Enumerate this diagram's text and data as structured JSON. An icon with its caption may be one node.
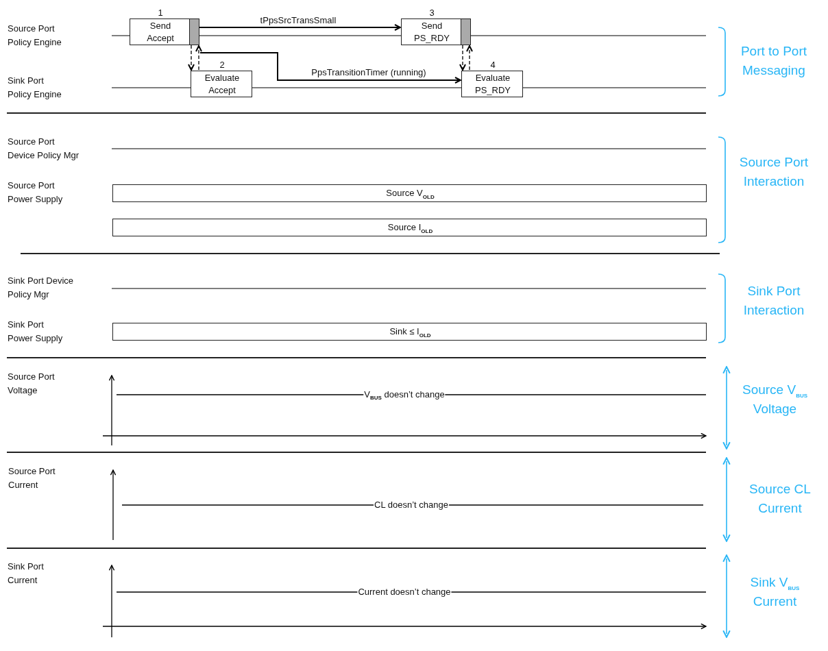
{
  "diagram": {
    "nodes": [
      {
        "text": [
          "Send Accept"
        ],
        "beside": [
          "1"
        ]
      },
      {
        "text": [
          "Evaluate Accept"
        ],
        "beside": [
          "2"
        ]
      },
      {
        "text": [
          "Send PS_RDY"
        ],
        "beside": [
          "3"
        ]
      },
      {
        "text": [
          "Evaluate PS_RDY"
        ],
        "beside": [
          "4"
        ]
      },
      {
        "text": [
          "Source V$_{OLD}$"
        ]
      },
      {
        "text": [
          "Source I$_{OLD}$"
        ]
      },
      {
        "text": [
          "Sink ≤ I$_{OLD}$"
        ]
      }
    ],
    "edges": [
      {
        "from": 0,
        "to": 2,
        "arrow": "to",
        "label": "tPpsSrcTransSmall"
      },
      {
        "from": 0,
        "to": 1,
        "arrow": "to",
        "style": "dashed"
      },
      {
        "from": 1,
        "to": 0,
        "arrow": "to",
        "style": "dashed"
      },
      {
        "from": 0,
        "to": 3,
        "arrow": "to",
        "label": "PpsTransitionTimer (running)"
      },
      {
        "from": 2,
        "to": 3,
        "arrow": "to",
        "style": "dashed"
      },
      {
        "from": 3,
        "to": 2,
        "arrow": "to",
        "style": "dashed"
      }
    ],
    "labels": [
      "Source Port Policy Engine",
      "Sink Port Policy Engine",
      "Port to Port Messaging",
      "Source Port Device Policy Mgr",
      "Source Port Power Supply",
      "Source Port Interaction",
      "Sink Port Device Policy Mgr",
      "Sink Port Power Supply",
      "Sink Port Interaction",
      "Source Port Voltage",
      "V$_{BUS}$ doesn’t change",
      "Source V$_{BUS}$ Voltage",
      "Source Port Current",
      "CL doesn’t change",
      "Source CL Current",
      "Sink Port Current",
      "Current doesn’t change",
      "Sink V$_{BUS}$ Current"
    ]
  }
}
